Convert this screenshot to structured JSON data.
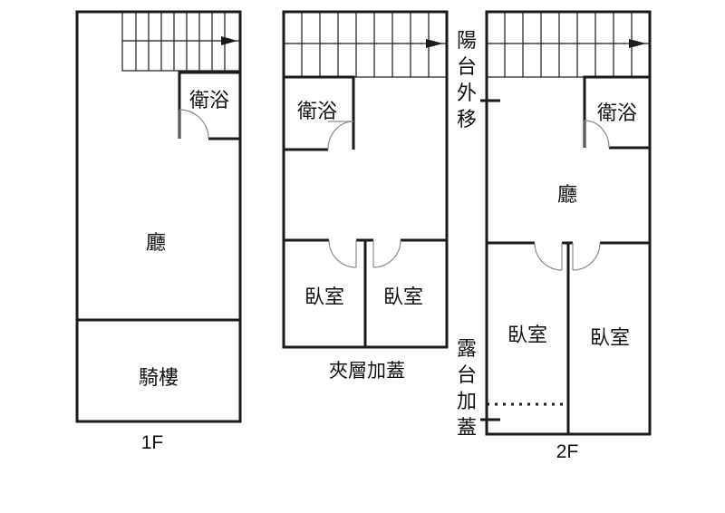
{
  "floor_1": {
    "caption": "1F",
    "rooms": {
      "bath": "衛浴",
      "hall": "廳",
      "arcade": "騎樓"
    }
  },
  "mezzanine": {
    "caption": "夾層加蓋",
    "rooms": {
      "bath": "衛浴",
      "bed_left": "臥室",
      "bed_right": "臥室"
    }
  },
  "floor_2": {
    "caption": "2F",
    "rooms": {
      "bath": "衛浴",
      "hall": "廳",
      "bed_left": "臥室",
      "bed_right": "臥室"
    },
    "notes": {
      "balcony": [
        "陽",
        "台",
        "外",
        "移"
      ],
      "terrace": [
        "露",
        "台",
        "加",
        "蓋"
      ]
    }
  }
}
